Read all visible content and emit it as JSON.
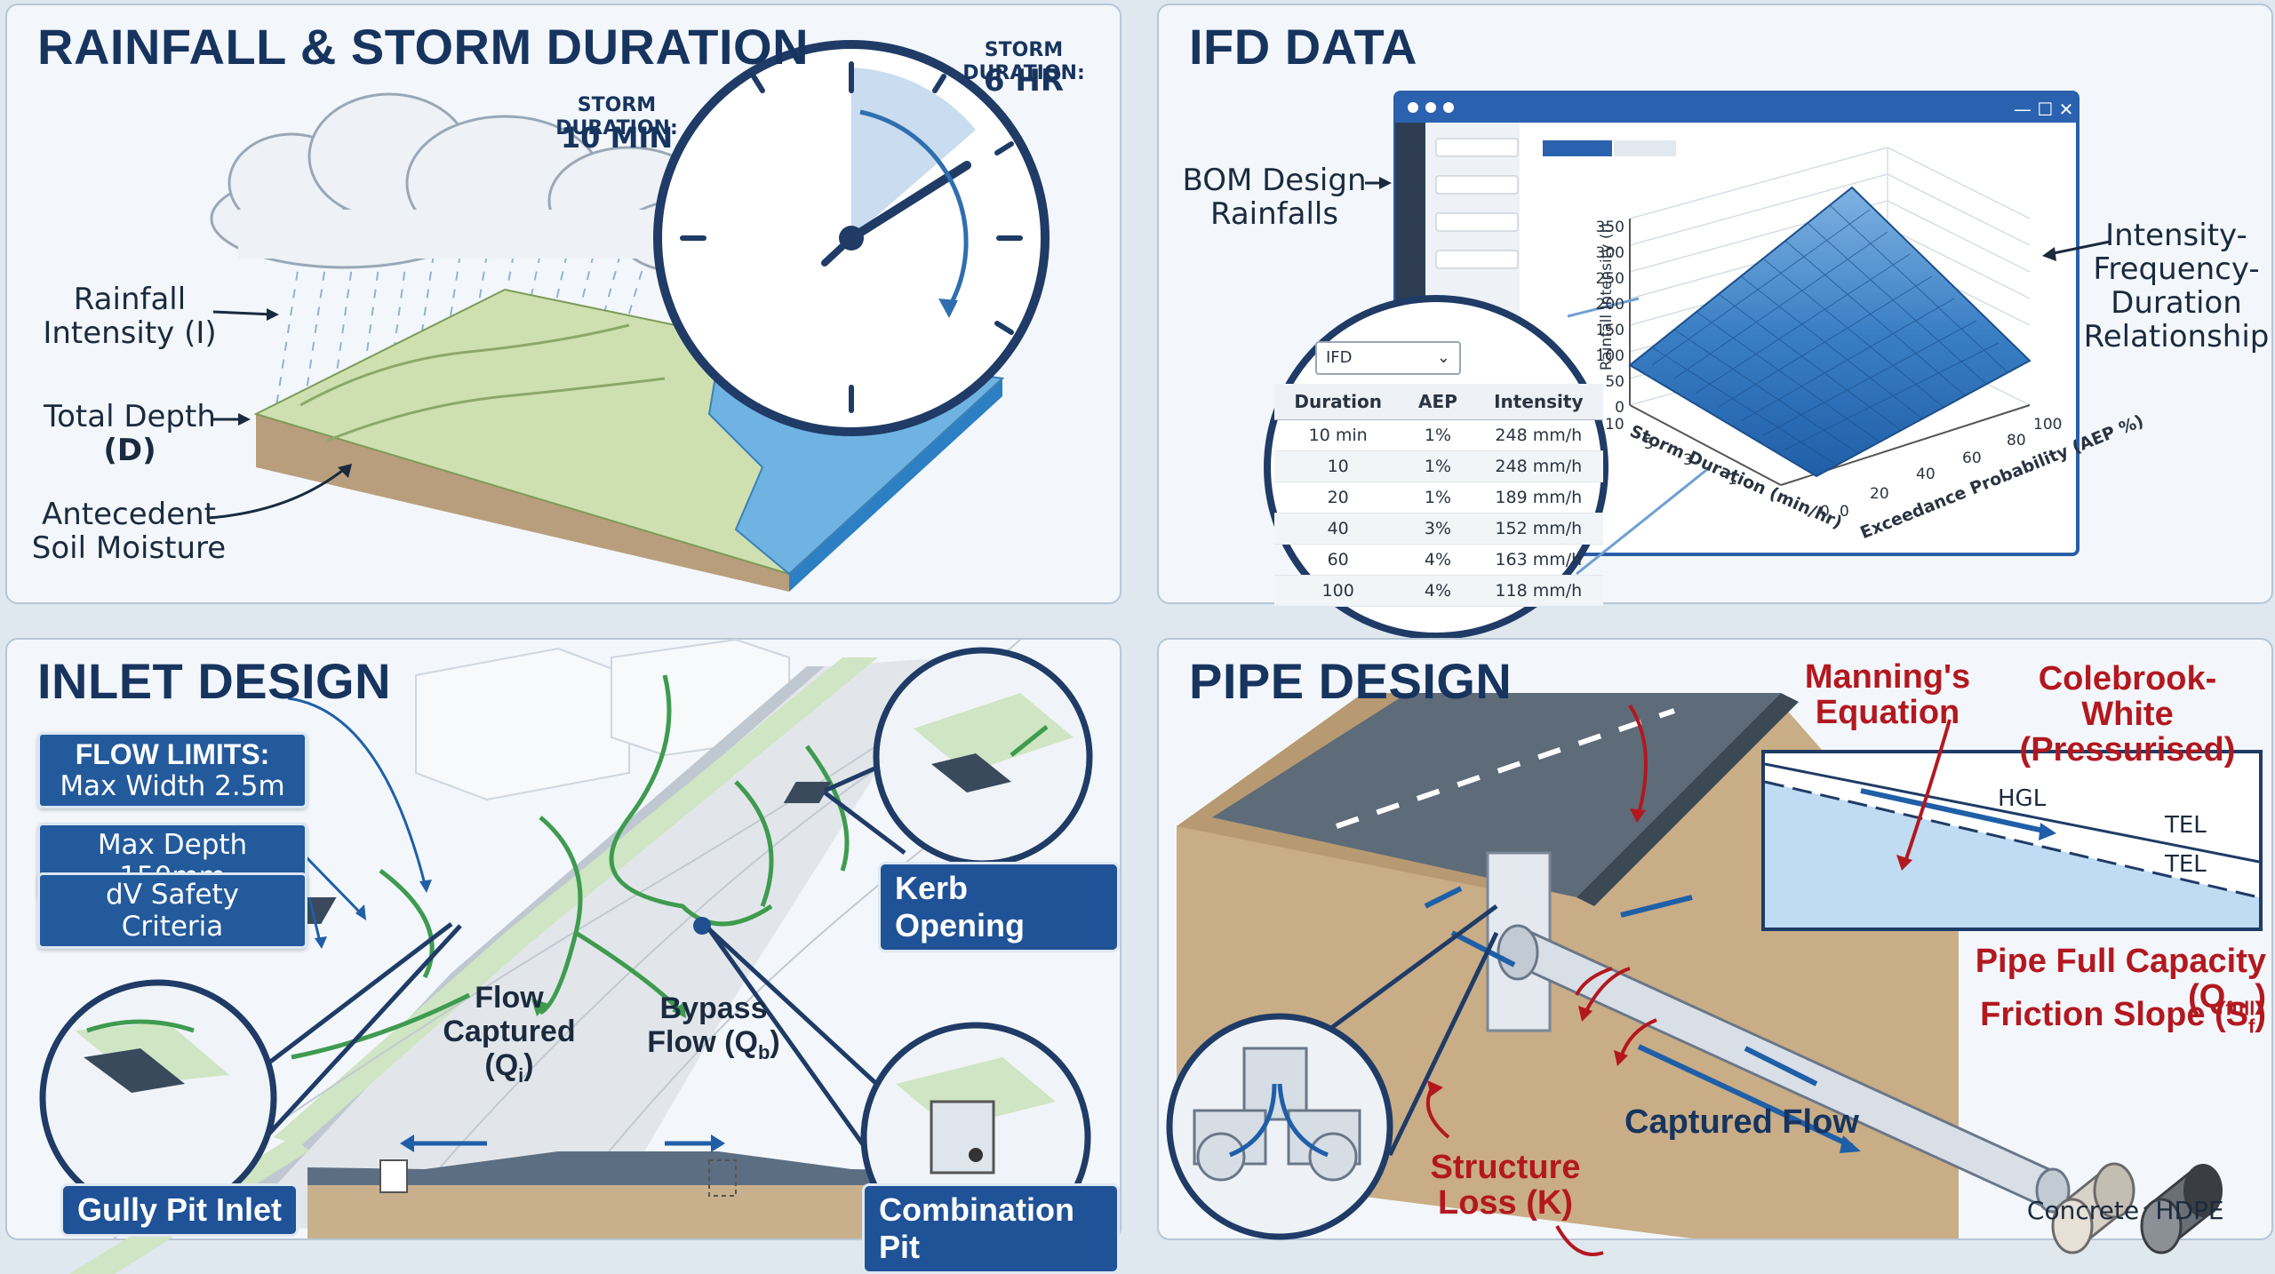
{
  "panel1": {
    "title": "RAINFALL & STORM DURATION",
    "storm_short_caption": "STORM DURATION:",
    "storm_short_value": "10 MIN",
    "storm_long_caption": "STORM DURATION:",
    "storm_long_value": "6 HR",
    "rainfall_intensity": "Rainfall\nIntensity (I)",
    "total_depth_1": "Total Depth",
    "total_depth_2": "(D)",
    "antecedent": "Antecedent\nSoil Moisture"
  },
  "panel2": {
    "title": "IFD DATA",
    "bom_label": "BOM Design\nRainfalls",
    "ifd_relationship": "Intensity-\nFrequency-\nDuration\nRelationship",
    "dropdown_value": "IFD",
    "table": {
      "headers": [
        "Duration",
        "AEP",
        "Intensity"
      ],
      "rows": [
        [
          "10 min",
          "1%",
          "248 mm/h"
        ],
        [
          "10",
          "1%",
          "248 mm/h"
        ],
        [
          "20",
          "1%",
          "189 mm/h"
        ],
        [
          "40",
          "3%",
          "152 mm/h"
        ],
        [
          "60",
          "4%",
          "163 mm/h"
        ],
        [
          "100",
          "4%",
          "118 mm/h"
        ]
      ]
    },
    "chart": {
      "y_label": "Rainfall Intensity (I)",
      "y_ticks": [
        "350",
        "300",
        "250",
        "200",
        "150",
        "100",
        "50",
        "0"
      ],
      "x_label": "Storm Duration (min/hr)",
      "x_ticks": [
        "10",
        "5",
        "3",
        "1",
        "0"
      ],
      "z_label": "Exceedance Probability (AEP %)",
      "z_ticks": [
        "0",
        "20",
        "40",
        "60",
        "80",
        "100"
      ]
    }
  },
  "panel3": {
    "title": "INLET DESIGN",
    "flow_limits_heading": "FLOW LIMITS:",
    "flow_limits_width": "Max Width 2.5m",
    "max_depth": "Max Depth 150mm",
    "dv_safety": "dV Safety Criteria",
    "flow_captured_1": "Flow",
    "flow_captured_2": "Captured",
    "flow_captured_3": "(Q",
    "flow_captured_sub": "i",
    "flow_captured_4": ")",
    "bypass_1": "Bypass",
    "bypass_2": "Flow (Q",
    "bypass_sub": "b",
    "bypass_3": ")",
    "kerb_opening": "Kerb Opening",
    "gully_pit": "Gully Pit Inlet",
    "combination_pit": "Combination Pit"
  },
  "panel4": {
    "title": "PIPE DESIGN",
    "mannings": "Manning's\nEquation",
    "colebrook": "Colebrook-White\n(Pressurised)",
    "hgl": "HGL",
    "tel_1": "TEL",
    "tel_2": "TEL",
    "pipe_full_1": "Pipe Full Capacity (Q",
    "pipe_full_sub": "full",
    "pipe_full_2": ")",
    "friction_1": "Friction Slope (S",
    "friction_sub": "f",
    "friction_2": ")",
    "captured_flow": "Captured Flow",
    "structure_loss": "Structure\nLoss (K)",
    "concrete": "Concrete",
    "hdpe": "HDPE"
  }
}
